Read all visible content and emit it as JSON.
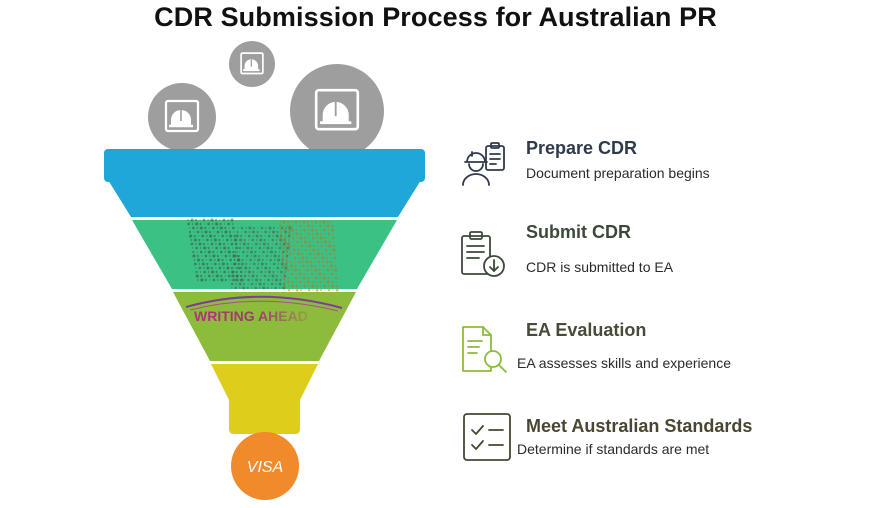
{
  "title": "CDR Submission Process for Australian PR",
  "funnel": {
    "stage_colors": [
      "#1fa7d9",
      "#3cc184",
      "#8dbb3c",
      "#dfcd1b"
    ],
    "visa_label": "VISA",
    "visa_color": "#f08a2a",
    "watermark_text": "WRITING AHEAD"
  },
  "steps": [
    {
      "title": "Prepare CDR",
      "description": "Document preparation begins",
      "icon": "engineer-clipboard-icon",
      "color": "#2f3a4a"
    },
    {
      "title": "Submit CDR",
      "description": "CDR is submitted to EA",
      "icon": "document-download-icon",
      "color": "#3a4a3a"
    },
    {
      "title": "EA Evaluation",
      "description": "EA assesses skills and experience",
      "icon": "document-search-icon",
      "color": "#4a4a3a"
    },
    {
      "title": "Meet Australian Standards",
      "description": "Determine if standards are met",
      "icon": "checklist-icon",
      "color": "#4a4632"
    }
  ]
}
